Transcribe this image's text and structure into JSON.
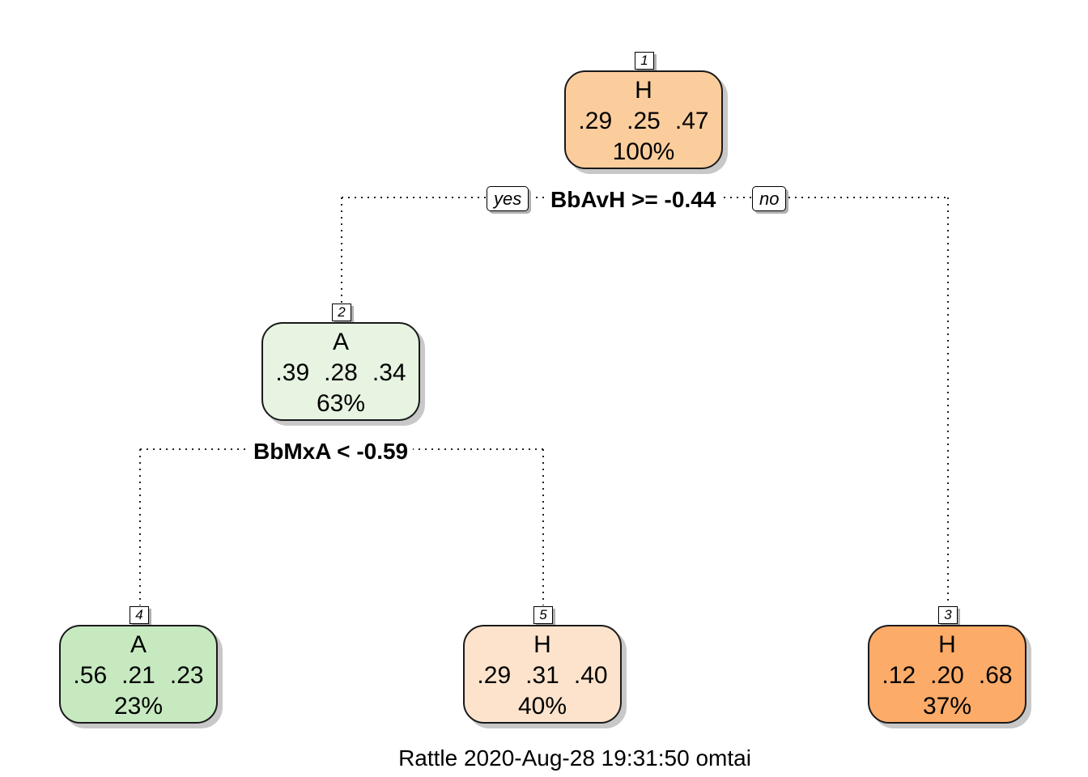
{
  "nodes": {
    "n1": {
      "id": "1",
      "class": "H",
      "probs": [
        ".29",
        ".25",
        ".47"
      ],
      "pct": "100%",
      "color": "#fbcd9d"
    },
    "n2": {
      "id": "2",
      "class": "A",
      "probs": [
        ".39",
        ".28",
        ".34"
      ],
      "pct": "63%",
      "color": "#e7f4e2"
    },
    "n3": {
      "id": "3",
      "class": "H",
      "probs": [
        ".12",
        ".20",
        ".68"
      ],
      "pct": "37%",
      "color": "#fcab69"
    },
    "n4": {
      "id": "4",
      "class": "A",
      "probs": [
        ".56",
        ".21",
        ".23"
      ],
      "pct": "23%",
      "color": "#c7e9c0"
    },
    "n5": {
      "id": "5",
      "class": "H",
      "probs": [
        ".29",
        ".31",
        ".40"
      ],
      "pct": "40%",
      "color": "#fde3cc"
    }
  },
  "splits": {
    "root": "BbAvH >= -0.44",
    "left": "BbMxA < -0.59"
  },
  "branch_tags": {
    "yes": "yes",
    "no": "no"
  },
  "footer": "Rattle 2020-Aug-28 19:31:50 omtai"
}
